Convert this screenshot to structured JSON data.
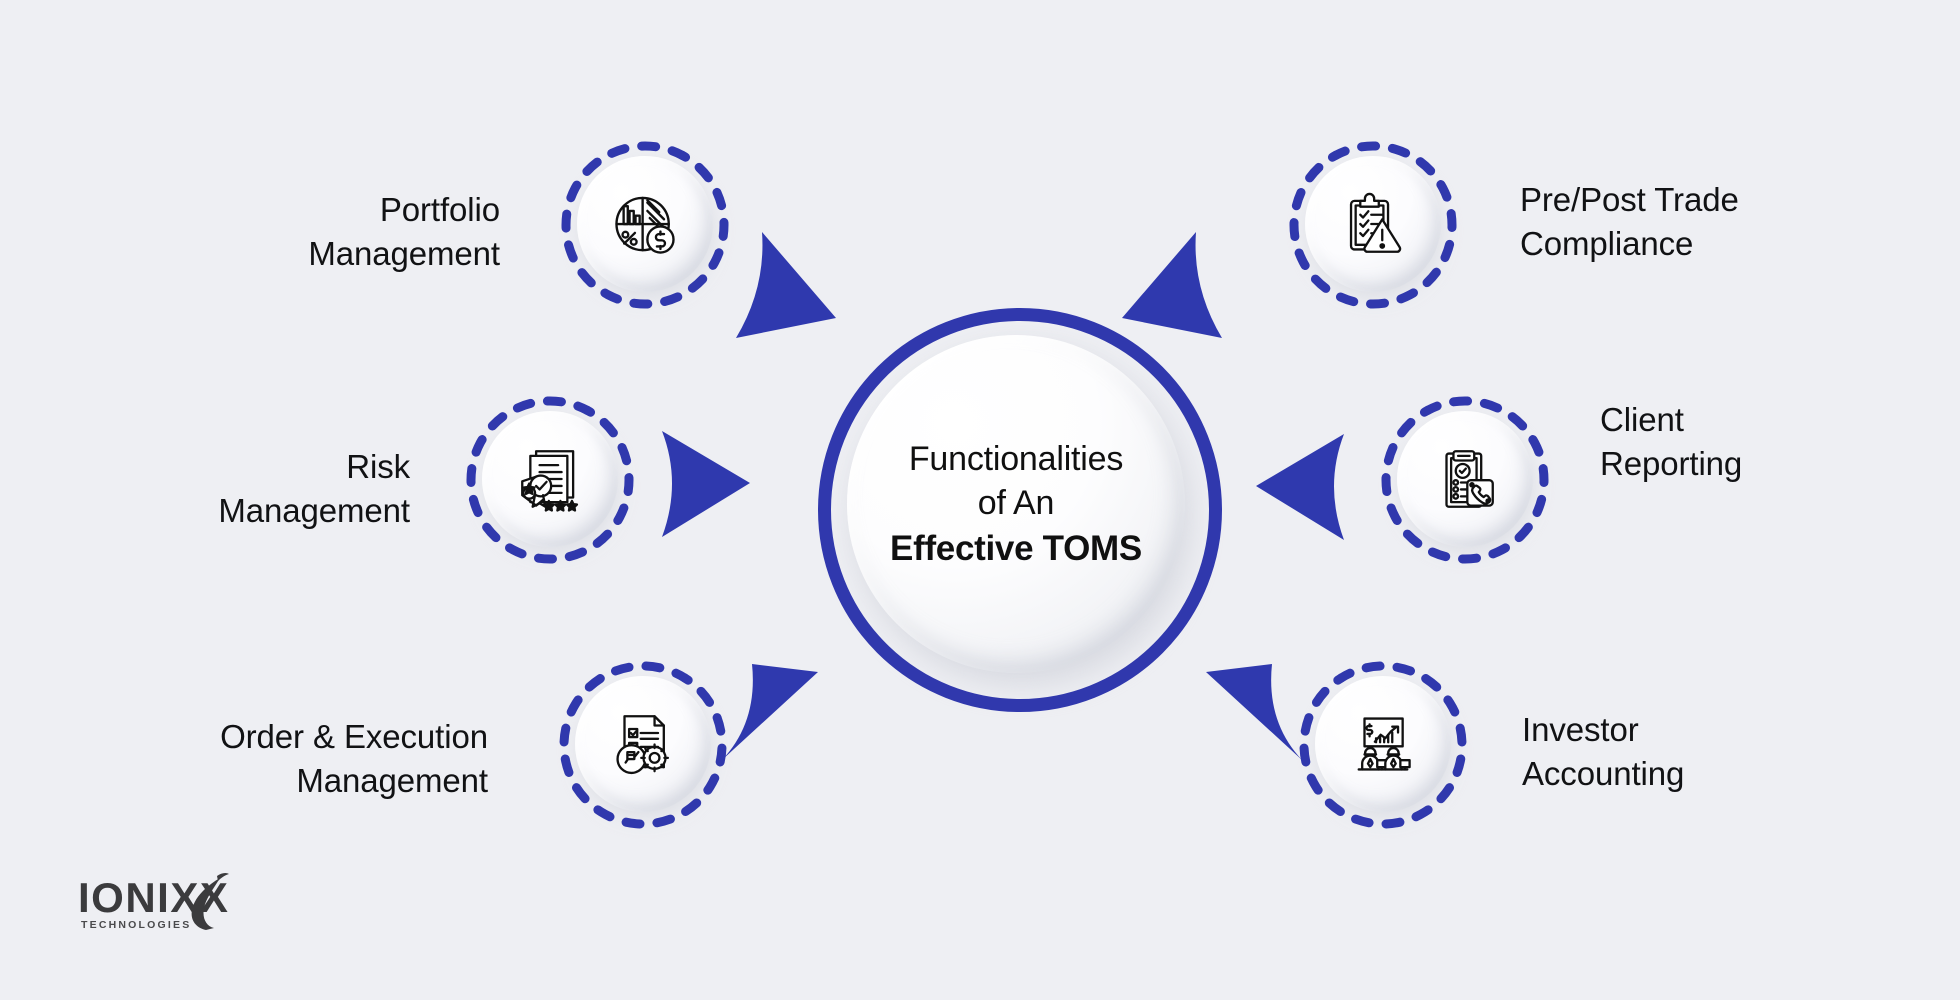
{
  "theme": {
    "background": "#eeeff3",
    "accent_blue": "#3038ad",
    "arrow_blue": "#2f39ae",
    "icon_stroke": "#111111",
    "text": "#111214",
    "logo_color": "#3b3b3d"
  },
  "center": {
    "line1": "Functionalities",
    "line2": "of An",
    "line3": "Effective TOMS"
  },
  "nodes": [
    {
      "id": "portfolio-management",
      "label": "Portfolio\nManagement",
      "icon": "pie-chart-dollar-icon",
      "side": "left"
    },
    {
      "id": "risk-management",
      "label": "Risk\nManagement",
      "icon": "certificate-documents-icon",
      "side": "left"
    },
    {
      "id": "order-execution-management",
      "label": "Order & Execution\nManagement",
      "icon": "checklist-gear-icon",
      "side": "left"
    },
    {
      "id": "pre-post-trade-compliance",
      "label": "Pre/Post Trade\nCompliance",
      "icon": "clipboard-warning-icon",
      "side": "right"
    },
    {
      "id": "client-reporting",
      "label": "Client\nReporting",
      "icon": "clipboard-phone-icon",
      "side": "right"
    },
    {
      "id": "investor-accounting",
      "label": "Investor\nAccounting",
      "icon": "chart-board-people-icon",
      "side": "right"
    }
  ],
  "logo": {
    "wordmark": "IONIXX",
    "tagline": "TECHNOLOGIES"
  }
}
